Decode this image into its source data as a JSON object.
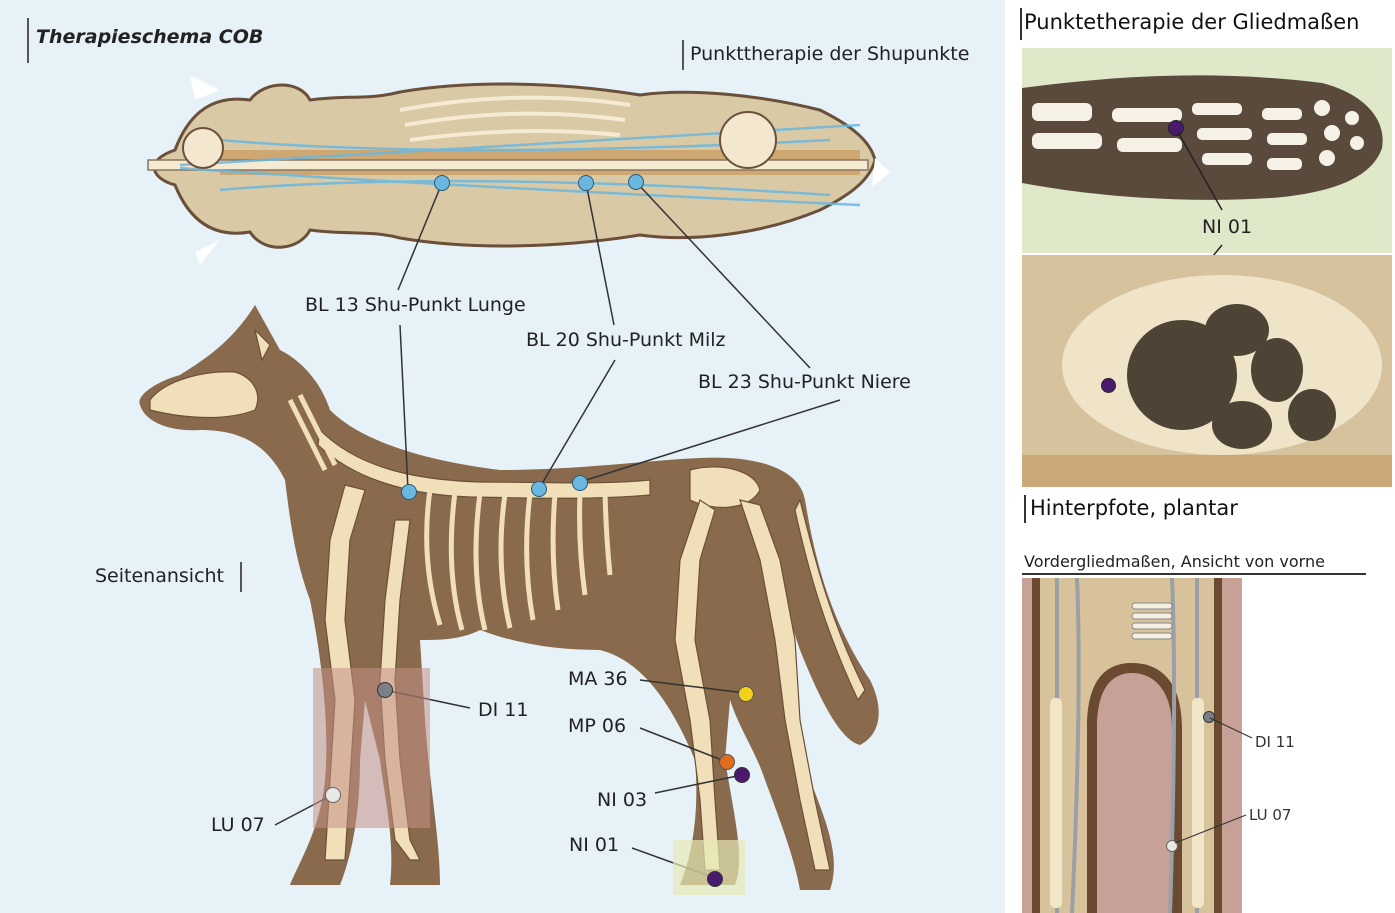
{
  "main_panel": {
    "title": "Therapieschema COB",
    "top_view_title": "Punkttherapie der Shupunkte",
    "side_view_label": "Seitenansicht",
    "points": {
      "bl13": "BL 13 Shu-Punkt Lunge",
      "bl20": "BL 20 Shu-Punkt Milz",
      "bl23": "BL 23 Shu-Punkt Niere",
      "di11": "DI 11",
      "lu07": "LU 07",
      "ma36": "MA 36",
      "mp06": "MP 06",
      "ni03": "NI 03",
      "ni01": "NI 01"
    }
  },
  "limb_panel": {
    "title": "Punktetherapie der Gliedmaßen",
    "paw_label": "NI 01",
    "paw_caption": "Hinterpfote, plantar",
    "foreleg_title": "Vordergliedmaßen, Ansicht von vorne",
    "foreleg_points": {
      "di11": "DI 11",
      "lu07": "LU 07"
    }
  },
  "colors": {
    "background": "#e6f1f8",
    "silhouette": "#8a6a4c",
    "bone": "#f0dfb9",
    "shu_point": "#6ab8e0",
    "purple_point": "#4a1a6e",
    "yellow_point": "#f2d21c",
    "orange_point": "#e06d1a",
    "gray_point": "#7a8088"
  }
}
